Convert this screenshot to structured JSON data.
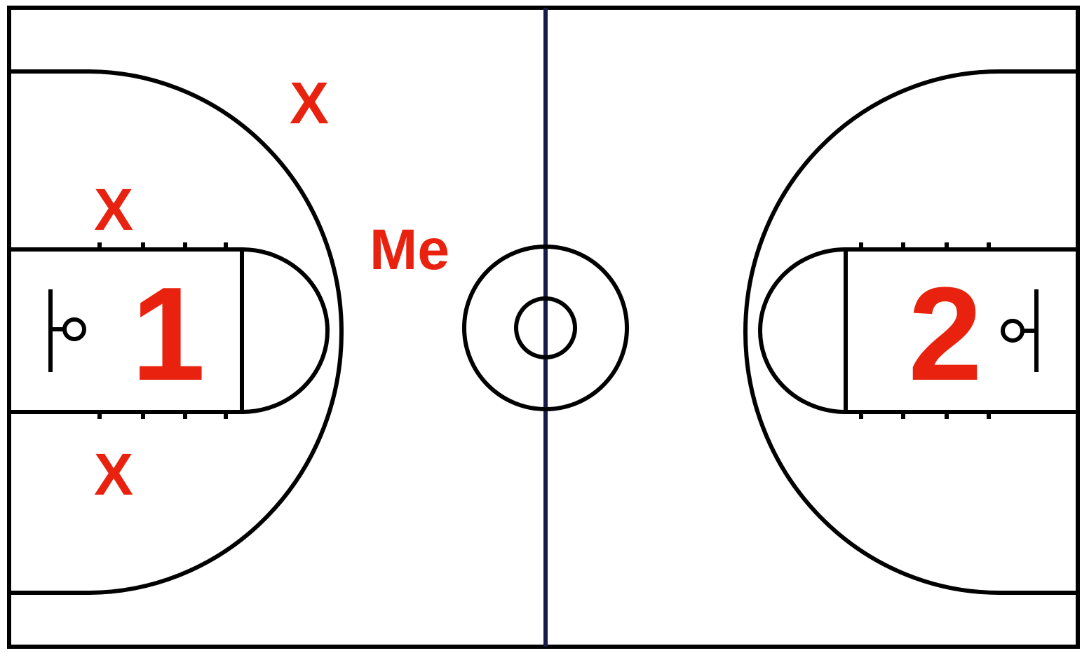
{
  "labels": {
    "marker_top": "X",
    "marker_left_upper": "X",
    "marker_left_lower": "X",
    "player_me": "Me",
    "basket_one": "1",
    "basket_two": "2"
  },
  "colors": {
    "court_lines": "#000000",
    "center_line": "#1a1a4a",
    "labels": "#e8220f",
    "background": "#ffffff"
  }
}
